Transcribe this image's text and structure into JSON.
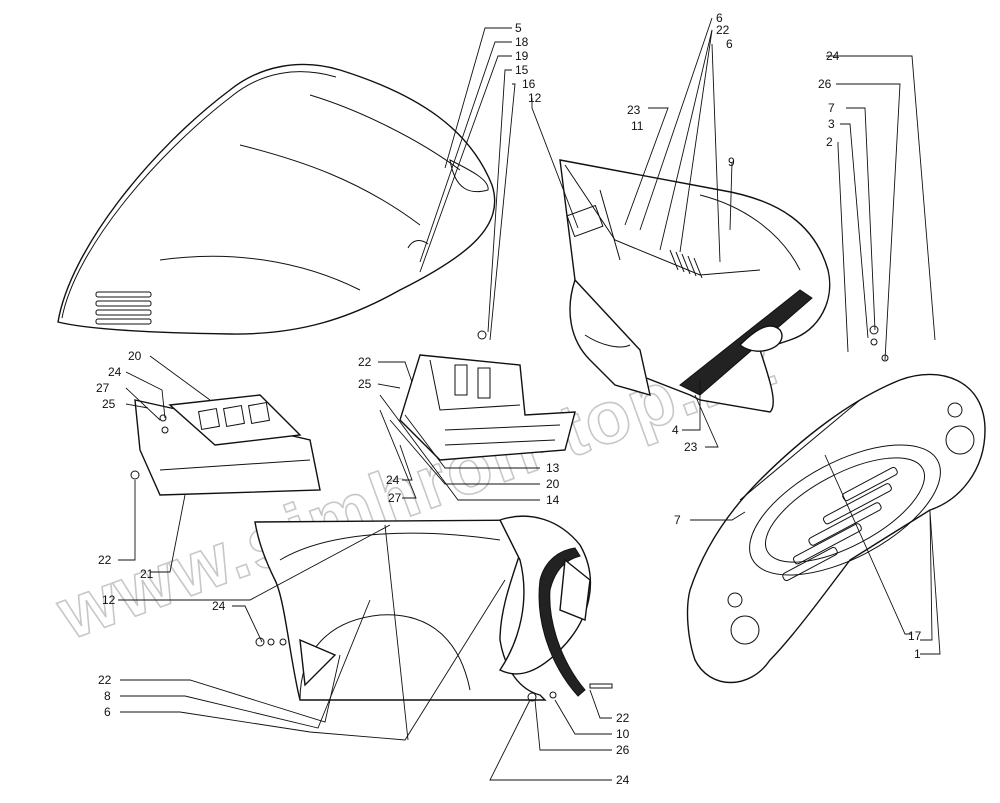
{
  "watermark": "www.simhron-top.kz",
  "callouts": [
    {
      "id": "c5a",
      "label": "5"
    },
    {
      "id": "c18",
      "label": "18"
    },
    {
      "id": "c19",
      "label": "19"
    },
    {
      "id": "c15",
      "label": "15"
    },
    {
      "id": "c16",
      "label": "16"
    },
    {
      "id": "c12a",
      "label": "12"
    },
    {
      "id": "c6a",
      "label": "6"
    },
    {
      "id": "c22a",
      "label": "22"
    },
    {
      "id": "c6b",
      "label": "6"
    },
    {
      "id": "c23a",
      "label": "23"
    },
    {
      "id": "c11",
      "label": "11"
    },
    {
      "id": "c9",
      "label": "9"
    },
    {
      "id": "c24a",
      "label": "24"
    },
    {
      "id": "c26a",
      "label": "26"
    },
    {
      "id": "c7a",
      "label": "7"
    },
    {
      "id": "c3",
      "label": "3"
    },
    {
      "id": "c2",
      "label": "2"
    },
    {
      "id": "c20a",
      "label": "20"
    },
    {
      "id": "c24b",
      "label": "24"
    },
    {
      "id": "c27a",
      "label": "27"
    },
    {
      "id": "c25a",
      "label": "25"
    },
    {
      "id": "c22b",
      "label": "22"
    },
    {
      "id": "c25b",
      "label": "25"
    },
    {
      "id": "c4",
      "label": "4"
    },
    {
      "id": "c23b",
      "label": "23"
    },
    {
      "id": "c13",
      "label": "13"
    },
    {
      "id": "c20b",
      "label": "20"
    },
    {
      "id": "c14",
      "label": "14"
    },
    {
      "id": "c24c",
      "label": "24"
    },
    {
      "id": "c27b",
      "label": "27"
    },
    {
      "id": "c22c",
      "label": "22"
    },
    {
      "id": "c21",
      "label": "21"
    },
    {
      "id": "c7b",
      "label": "7"
    },
    {
      "id": "c12b",
      "label": "12"
    },
    {
      "id": "c24d",
      "label": "24"
    },
    {
      "id": "c17",
      "label": "17"
    },
    {
      "id": "c1",
      "label": "1"
    },
    {
      "id": "c22d",
      "label": "22"
    },
    {
      "id": "c8",
      "label": "8"
    },
    {
      "id": "c6c",
      "label": "6"
    },
    {
      "id": "c22e",
      "label": "22"
    },
    {
      "id": "c10",
      "label": "10"
    },
    {
      "id": "c26b",
      "label": "26"
    },
    {
      "id": "c24e",
      "label": "24"
    }
  ]
}
